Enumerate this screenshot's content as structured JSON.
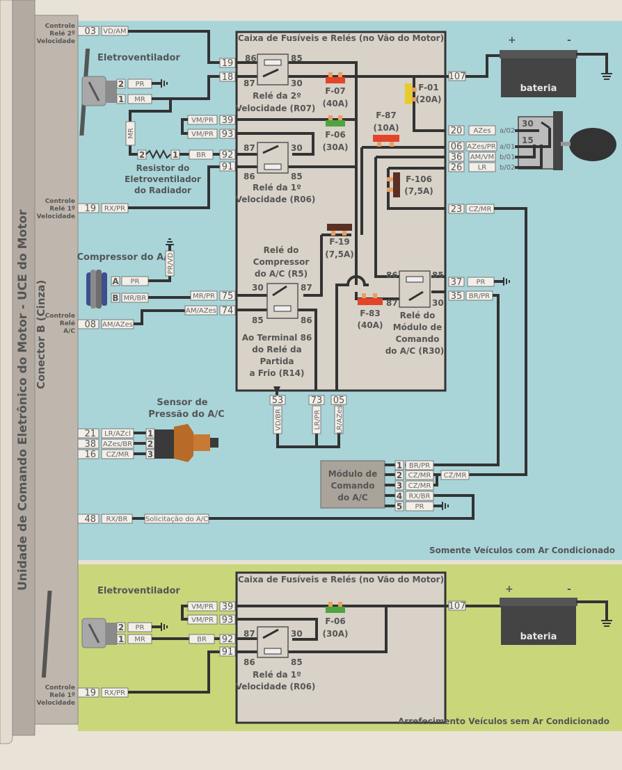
{
  "ecu": {
    "title": "Unidade de Comando Eletrônico do Motor - UCE do Motor",
    "connector": "Conector B (Cinza)"
  },
  "colors": {
    "ac_section_bg": "#a9d5d9",
    "no_ac_section_bg": "#c9d77a",
    "fuse_box_bg": "#d8d2c8",
    "wire": "#333333",
    "fuse_red": "#e3442a",
    "fuse_green": "#4ea53f",
    "fuse_yellow": "#e6cc2a",
    "fuse_brown": "#5a2f24",
    "battery": "#444444"
  },
  "ac_section": {
    "caption": "Somente Veículos com Ar Condicionado",
    "fuse_box_title": "Caixa de Fusíveis e Relés (no Vão do Motor)",
    "ecu_pins": [
      {
        "label": "Controle Relé 2º Velocidade",
        "lines": [
          "Controle",
          "Relé 2º",
          "Velocidade"
        ],
        "pin": "03",
        "wire": "VD/AM"
      },
      {
        "label": "Controle Relé 1º Velocidade",
        "lines": [
          "Controle",
          "Relé 1º",
          "Velocidade"
        ],
        "pin": "19",
        "wire": "RX/PR"
      },
      {
        "label": "Controle Relé A/C",
        "lines": [
          "Controle",
          "Relé",
          "A/C"
        ],
        "pin": "08",
        "wire": "AM/AZes"
      },
      {
        "pin": "21",
        "wire": "LR/AZcl"
      },
      {
        "pin": "38",
        "wire": "AZes/BR"
      },
      {
        "pin": "16",
        "wire": "CZ/MR"
      },
      {
        "pin": "48",
        "wire": "RX/BR",
        "note": "Solicitação do A/C"
      }
    ],
    "fan": {
      "title": "Eletroventilador",
      "terminals": [
        {
          "num": "2",
          "wire": "PR"
        },
        {
          "num": "1",
          "wire": "MR"
        }
      ]
    },
    "resistor": {
      "lines": [
        "Resistor  do",
        "Eletroventilador",
        "do Radiador"
      ],
      "wire_in": "MR",
      "terminals": [
        "2",
        "1"
      ],
      "wire_out": "BR"
    },
    "box_pins_left": [
      "19",
      "18",
      "39",
      "93",
      "92",
      "91",
      "75",
      "74"
    ],
    "box_pin_wires": {
      "39": "VM/PR",
      "93": "VM/PR",
      "75": "MR/PR",
      "74": "AM/AZes"
    },
    "relays": [
      {
        "id": "R07",
        "lines": [
          "Relé da 2º",
          "Velocidade (R07)"
        ],
        "pins": [
          "86",
          "85",
          "87",
          "30"
        ]
      },
      {
        "id": "R06",
        "lines": [
          "Relé da 1º",
          "Velocidade (R06)"
        ],
        "pins": [
          "87",
          "30",
          "86",
          "85"
        ]
      },
      {
        "id": "R5",
        "lines": [
          "Relé do",
          "Compressor",
          "do A/C (R5)"
        ],
        "pins": [
          "30",
          "87",
          "85",
          "86"
        ]
      },
      {
        "id": "R30",
        "lines": [
          "Relé do",
          "Módulo de",
          "Comando",
          "do A/C (R30)"
        ],
        "pins": [
          "86",
          "85",
          "87",
          "30"
        ]
      }
    ],
    "fuses": [
      {
        "name": "F-07",
        "rating": "(40A)",
        "color": "red"
      },
      {
        "name": "F-06",
        "rating": "(30A)",
        "color": "green"
      },
      {
        "name": "F-01",
        "rating": "(20A)",
        "color": "yellow"
      },
      {
        "name": "F-87",
        "rating": "(10A)",
        "color": "red"
      },
      {
        "name": "F-106",
        "rating": "(7,5A)",
        "color": "brown"
      },
      {
        "name": "F-19",
        "rating": "(7,5A)",
        "color": "brown"
      },
      {
        "name": "F-83",
        "rating": "(40A)",
        "color": "red"
      }
    ],
    "cold_start_note": [
      "Ao Terminal 86",
      "do Relé da",
      "Partida",
      "a Frio (R14)"
    ],
    "box_pins_bottom": [
      {
        "pin": "53",
        "wire": "VD/BR"
      },
      {
        "pin": "73",
        "wire": "LR/PR"
      },
      {
        "pin": "05",
        "wire": "LR/AZes"
      }
    ],
    "box_pins_right": [
      {
        "pin": "107",
        "wire": ""
      },
      {
        "pin": "20",
        "wire": "AZes",
        "switch_pin": "a/02"
      },
      {
        "pin": "06",
        "wire": "AZes/PR",
        "switch_pin": "a/01"
      },
      {
        "pin": "36",
        "wire": "AM/VM",
        "switch_pin": "b/01"
      },
      {
        "pin": "26",
        "wire": "LR",
        "switch_pin": "b/02"
      },
      {
        "pin": "23",
        "wire": "CZ/MR"
      },
      {
        "pin": "37",
        "wire": "PR"
      },
      {
        "pin": "35",
        "wire": "BR/PR"
      }
    ],
    "ignition_switch": {
      "terminals": [
        "30",
        "15"
      ]
    },
    "battery": {
      "label": "bateria",
      "plus": "+",
      "minus": "-"
    },
    "compressor": {
      "title": "Compressor do A/C",
      "terminals": [
        {
          "num": "A",
          "wire": "PR",
          "ground_wire": "PR/VD"
        },
        {
          "num": "B",
          "wire": "MR/BR"
        }
      ]
    },
    "pressure_sensor": {
      "lines": [
        "Sensor de",
        "Pressão do A/C"
      ],
      "terminals": [
        "1",
        "2",
        "3"
      ]
    },
    "ac_module": {
      "lines": [
        "Módulo de",
        "Comando",
        "do A/C"
      ],
      "terminals": [
        {
          "num": "1",
          "wire": "BR/PR"
        },
        {
          "num": "2",
          "wire": "CZ/MR"
        },
        {
          "num": "3",
          "wire": "CZ/MR"
        },
        {
          "num": "4",
          "wire": "RX/BR"
        },
        {
          "num": "5",
          "wire": "PR"
        }
      ],
      "junction_wire": "CZ/MR"
    }
  },
  "no_ac_section": {
    "caption": "Arrefecimento Veículos sem Ar Condicionado",
    "fuse_box_title": "Caixa de Fusíveis e Relés (no Vão do Motor)",
    "ecu_pin": {
      "lines": [
        "Controle",
        "Relé 1º",
        "Velocidade"
      ],
      "pin": "19",
      "wire": "RX/PR"
    },
    "fan": {
      "title": "Eletroventilador",
      "terminals": [
        {
          "num": "2",
          "wire": "PR"
        },
        {
          "num": "1",
          "wire": "MR"
        }
      ]
    },
    "box_pins_left": [
      {
        "pin": "39",
        "wire": "VM/PR"
      },
      {
        "pin": "93",
        "wire": "VM/PR"
      },
      {
        "pin": "92",
        "wire": "BR"
      },
      {
        "pin": "91",
        "wire": ""
      }
    ],
    "relay": {
      "id": "R06",
      "lines": [
        "Relé da 1º",
        "Velocidade (R06)"
      ],
      "pins": [
        "87",
        "30",
        "86",
        "85"
      ]
    },
    "fuse": {
      "name": "F-06",
      "rating": "(30A)",
      "color": "green"
    },
    "box_pin_right": "107",
    "battery": {
      "label": "bateria",
      "plus": "+",
      "minus": "-"
    }
  }
}
